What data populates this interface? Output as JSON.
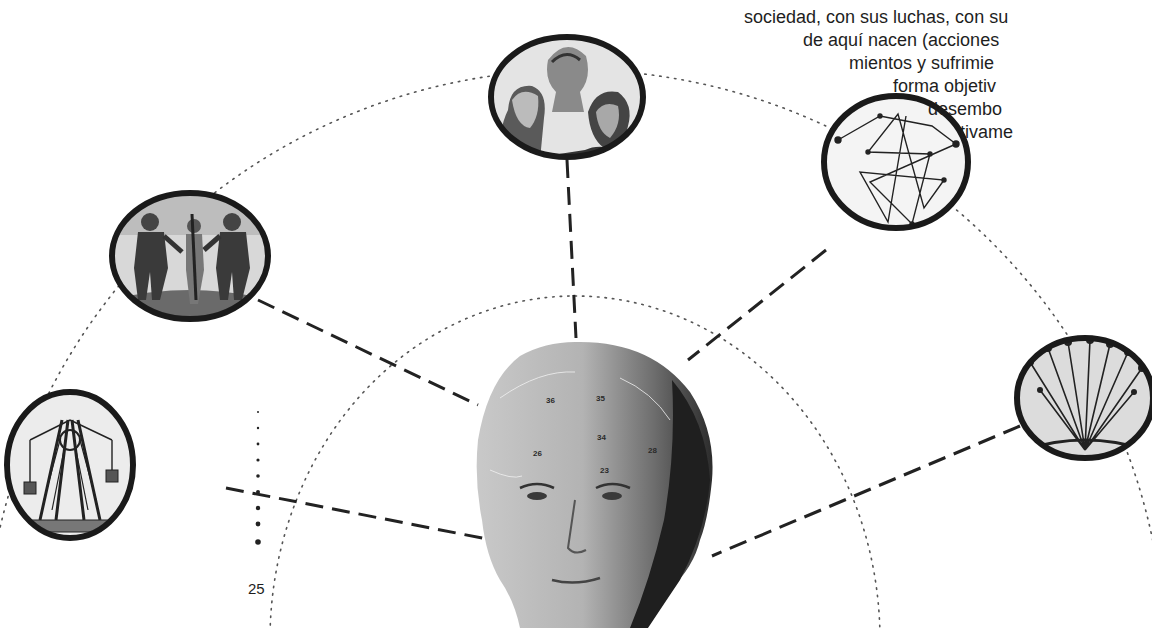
{
  "diagram": {
    "labels": [
      "sociedad, con sus luchas, con su",
      "de aquí nacen (acciones",
      "mientos y sufrimie",
      "forma objetiv",
      "desembo",
      "tivame",
      "25",
      "36",
      "35",
      "34",
      "26",
      "23",
      "28"
    ]
  }
}
